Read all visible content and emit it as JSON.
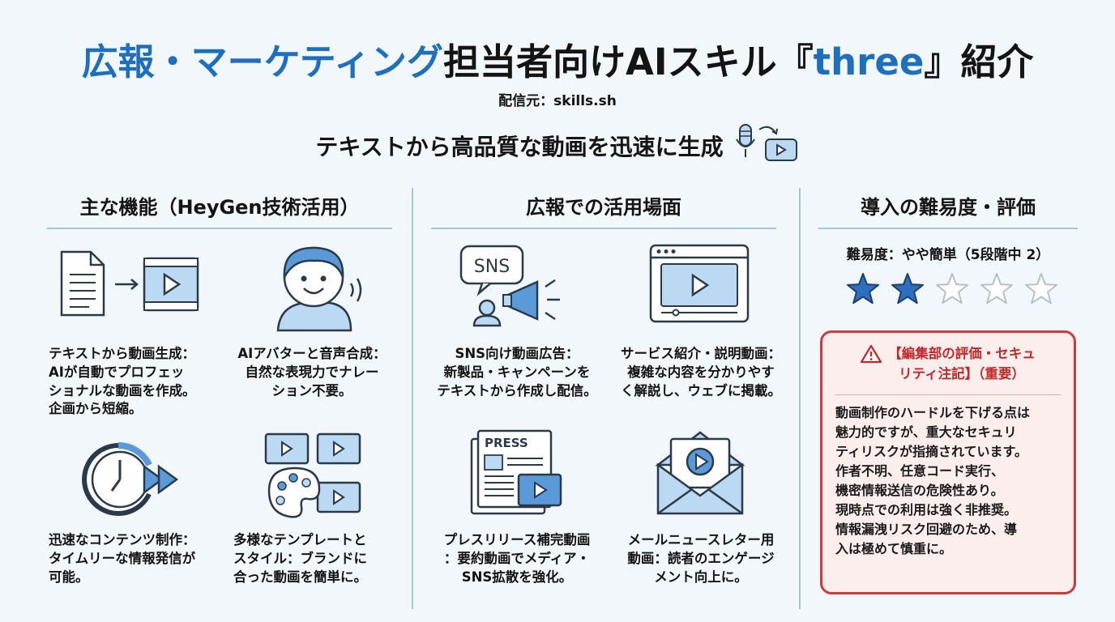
{
  "header": {
    "title_blue_1": "広報・マーケティング",
    "title_dark_1": "担当者向けAIスキル『",
    "title_blue_2": "three",
    "title_dark_2": "』紹介",
    "source": "配信元：skills.sh",
    "tagline": "テキストから高品質な動画を迅速に生成",
    "tagline_icon": "microphone-to-video-icon"
  },
  "sections": {
    "features": {
      "heading": "主な機能（HeyGen技術活用）",
      "items": [
        {
          "icon": "text-to-video-icon",
          "lines": [
            "テキストから動画生成：",
            "AIが自動でプロフェッ",
            "ショナルな動画を作成。",
            "企画から短縮。"
          ]
        },
        {
          "icon": "avatar-voice-icon",
          "lines": [
            "AIアバターと音声合成：",
            "自然な表現力でナレー",
            "ション不要。"
          ]
        },
        {
          "icon": "clock-fast-forward-icon",
          "lines": [
            "迅速なコンテンツ制作：",
            "タイムリーな情報発信が",
            "可能。"
          ]
        },
        {
          "icon": "templates-palette-icon",
          "lines": [
            "多様なテンプレートと",
            "スタイル：ブランドに",
            "合った動画を簡単に。"
          ]
        }
      ]
    },
    "usecases": {
      "heading": "広報での活用場面",
      "items": [
        {
          "icon": "sns-megaphone-icon",
          "icon_label": "SNS",
          "lines": [
            "SNS向け動画広告：",
            "新製品・キャンペーンを",
            "テキストから作成し配信。"
          ]
        },
        {
          "icon": "browser-video-icon",
          "lines": [
            "サービス紹介・説明動画：",
            "複雑な内容を分かりやす",
            "く解説し、ウェブに掲載。"
          ]
        },
        {
          "icon": "press-release-icon",
          "icon_label": "PRESS",
          "lines": [
            "プレスリリース補完動画",
            "：要約動画でメディア・",
            "SNS拡散を強化。"
          ]
        },
        {
          "icon": "email-video-icon",
          "lines": [
            "メールニュースレター用",
            "動画：読者のエンゲージ",
            "メント向上に。"
          ]
        }
      ]
    },
    "evaluation": {
      "heading": "導入の難易度・評価",
      "difficulty": "難易度：やや簡単（5段階中 2）",
      "rating": 2,
      "rating_max": 5,
      "warning_title_lines": [
        "【編集部の評価・セキュ",
        "リティ注記】（重要）"
      ],
      "warning_body_lines": [
        "動画制作のハードルを下げる点は",
        "魅力的ですが、重大なセキュリ",
        "ティリスクが指摘されています。",
        "作者不明、任意コード実行、",
        "機密情報送信の危険性あり。",
        "現時点での利用は強く非推奨。",
        "情報漏洩リスク回避のため、導",
        "入は極めて慎重に。"
      ]
    }
  },
  "colors": {
    "accent_blue": "#1f6fbf",
    "icon_fill": "#bcd9f3",
    "icon_stroke": "#2b3a4a",
    "warning_red": "#cf3a3a",
    "star_fill": "#2f6fc0"
  }
}
